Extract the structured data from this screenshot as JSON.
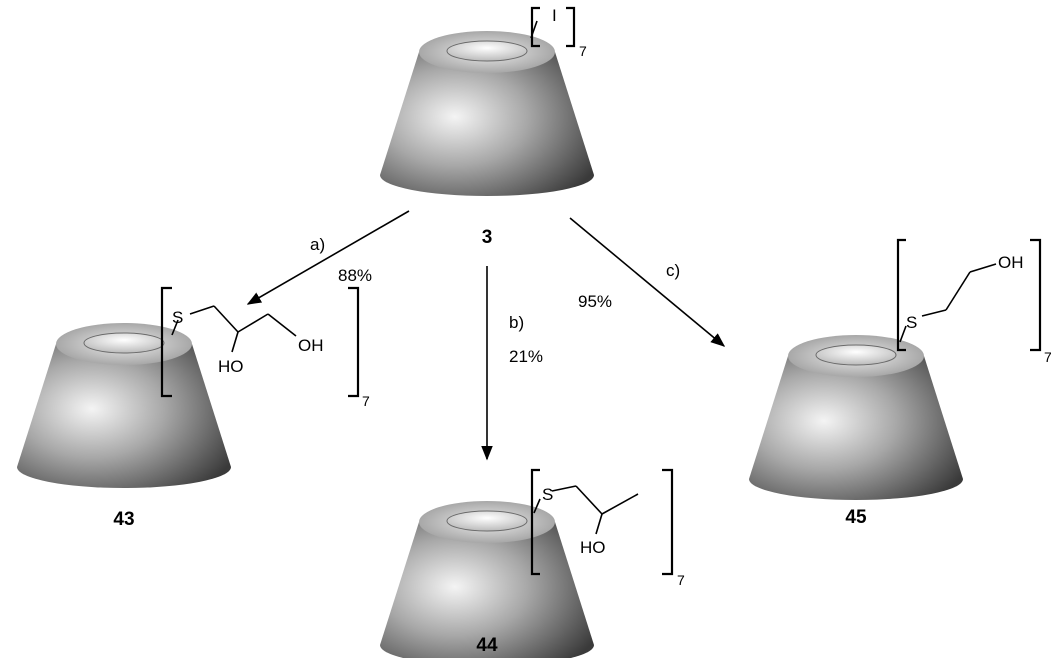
{
  "compounds": {
    "c3": {
      "label": "3",
      "substituent": "I",
      "repeat": "7"
    },
    "c43": {
      "label": "43",
      "atoms": {
        "s": "S",
        "ho": "HO",
        "oh": "OH"
      },
      "repeat": "7"
    },
    "c44": {
      "label": "44",
      "atoms": {
        "s": "S",
        "ho": "HO"
      },
      "repeat": "7"
    },
    "c45": {
      "label": "45",
      "atoms": {
        "s": "S",
        "oh": "OH"
      },
      "repeat": "7"
    }
  },
  "reactions": {
    "a": {
      "condition": "a)",
      "yield": "88%"
    },
    "b": {
      "condition": "b)",
      "yield": "21%"
    },
    "c": {
      "condition": "c)",
      "yield": "95%"
    }
  }
}
